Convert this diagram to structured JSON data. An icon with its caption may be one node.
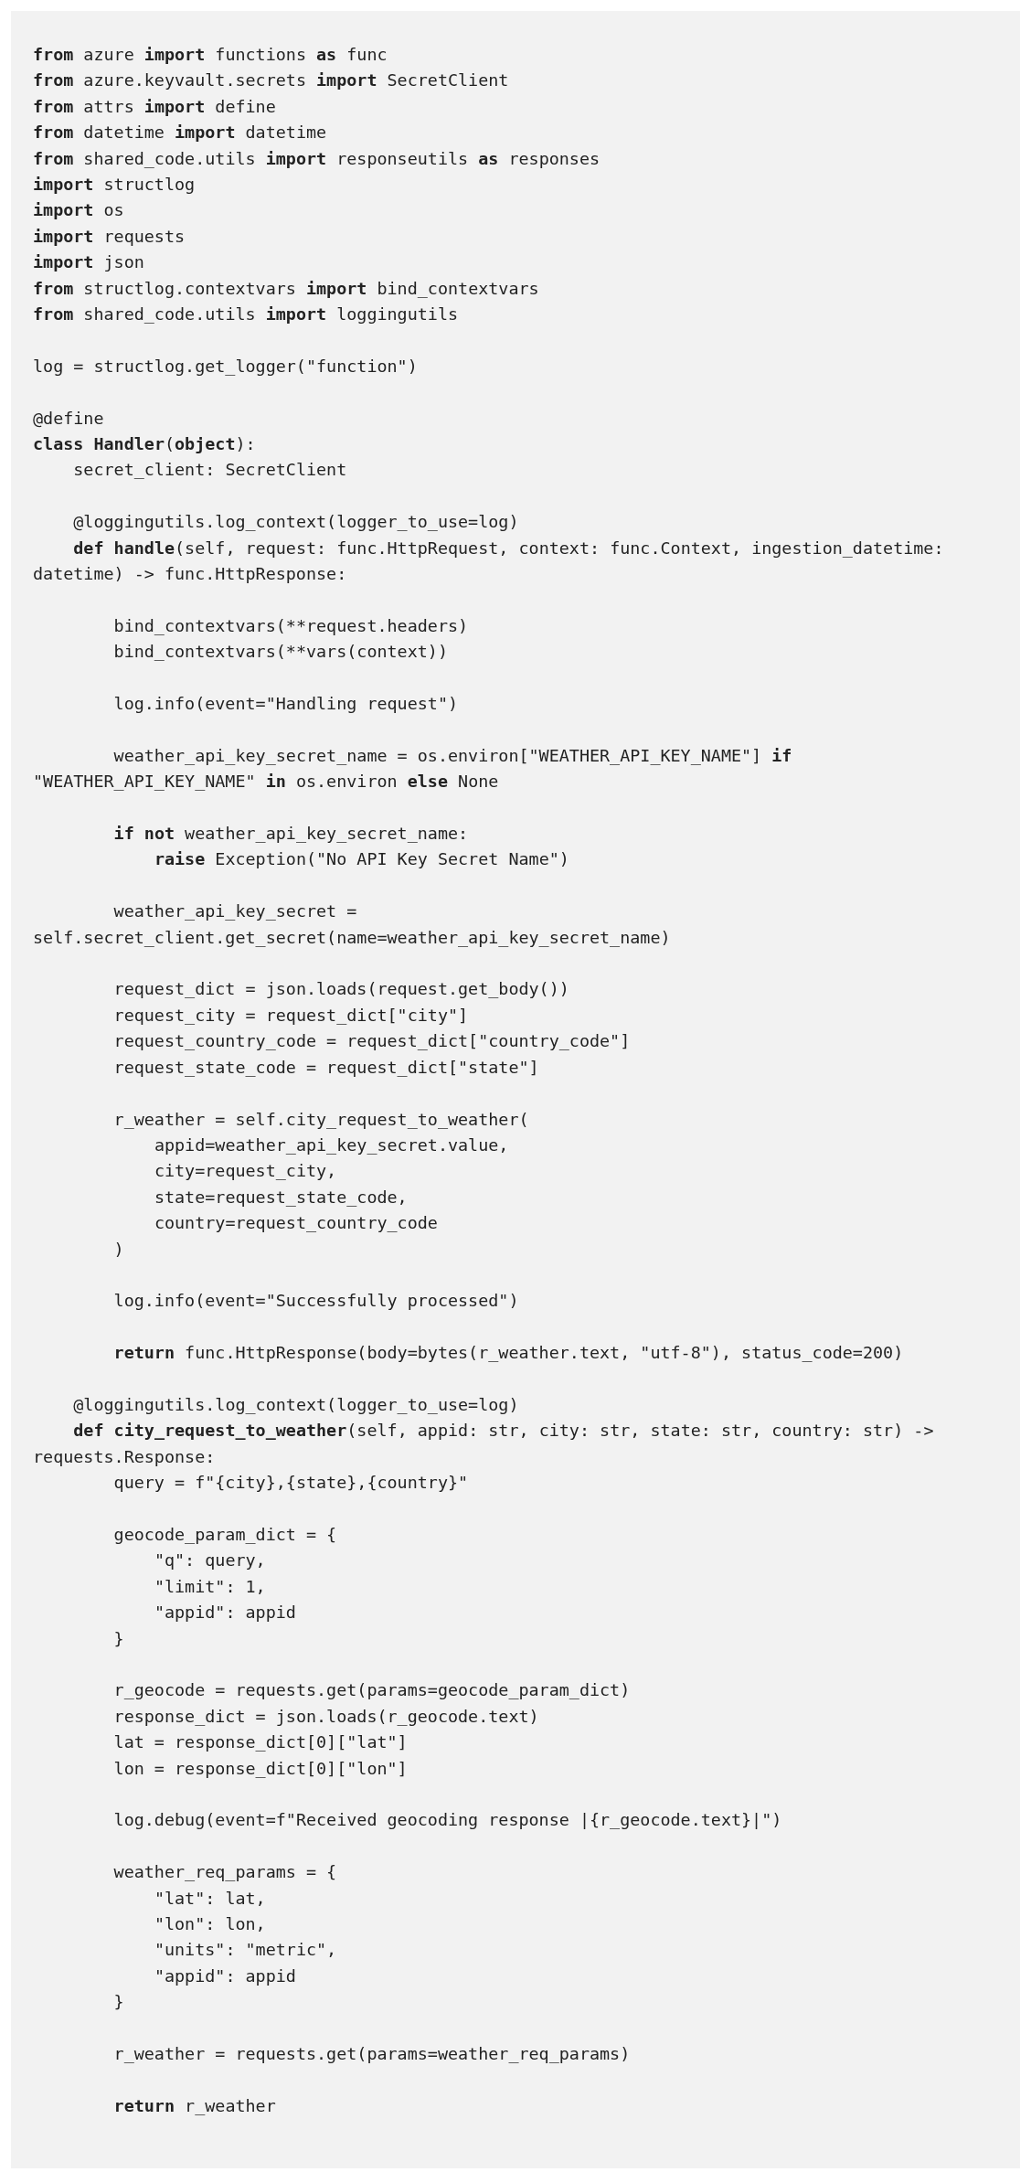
{
  "diagram": {
    "labels": [
      "**from** azure **import** functions **as** func",
      "**from** azure.keyvault.secrets **import** SecretClient",
      "**from** attrs **import** define",
      "**from** datetime **import** datetime",
      "**from** shared_code.utils **import** responseutils **as** responses",
      "**import** structlog",
      "**import** os",
      "**import** requests",
      "**import** json",
      "**from** structlog.contextvars **import** bind_contextvars",
      "**from** shared_code.utils **import** loggingutils",
      "log = structlog.get_logger(\"function\")",
      "@define",
      "**class** **Handler**(**object**):",
      "    secret_client: SecretClient",
      "    @loggingutils.log_context(logger_to_use=log)",
      "    **def** **handle**(self, request: func.HttpRequest, context: func.Context, ingestion_datetime: datetime) -> func.HttpResponse:",
      "        bind_contextvars(**request.headers)",
      "        bind_contextvars(**vars(context))",
      "        log.info(event=\"Handling request\")",
      "        weather_api_key_secret_name = os.environ[\"WEATHER_API_KEY_NAME\"] **if** \"WEATHER_API_KEY_NAME\" **in** os.environ **else** None",
      "        **if** **not** weather_api_key_secret_name:",
      "            **raise** Exception(\"No API Key Secret Name\")",
      "        weather_api_key_secret = self.secret_client.get_secret(name=weather_api_key_secret_name)",
      "        request_dict = json.loads(request.get_body())",
      "        request_city = request_dict[\"city\"]",
      "        request_country_code = request_dict[\"country_code\"]",
      "        request_state_code = request_dict[\"state\"]",
      "        r_weather = self.city_request_to_weather(",
      "            appid=weather_api_key_secret.value,",
      "            city=request_city,",
      "            state=request_state_code,",
      "            country=request_country_code",
      "        )",
      "        log.info(event=\"Successfully processed\")",
      "        **return** func.HttpResponse(body=bytes(r_weather.text, \"utf-8\"), status_code=200)",
      "    @loggingutils.log_context(logger_to_use=log)",
      "    **def** **city_request_to_weather**(self, appid: str, city: str, state: str, country: str) -> requests.Response:",
      "        query = f\"{city},{state},{country}\"",
      "        geocode_param_dict = {",
      "            \"q\": query,",
      "            \"limit\": 1,",
      "            \"appid\": appid",
      "        }",
      "        r_geocode = requests.get(params=geocode_param_dict)",
      "        response_dict = json.loads(r_geocode.text)",
      "        lat = response_dict[0][\"lat\"]",
      "        lon = response_dict[0][\"lon\"]",
      "        log.debug(event=f\"Received geocoding response |{r_geocode.text}|\")",
      "        weather_req_params = {",
      "            \"lat\": lat,",
      "            \"lon\": lon,",
      "            \"units\": \"metric\",",
      "            \"appid\": appid",
      "        }",
      "        r_weather = requests.get(params=weather_req_params)",
      "        **return** r_weather"
    ]
  }
}
